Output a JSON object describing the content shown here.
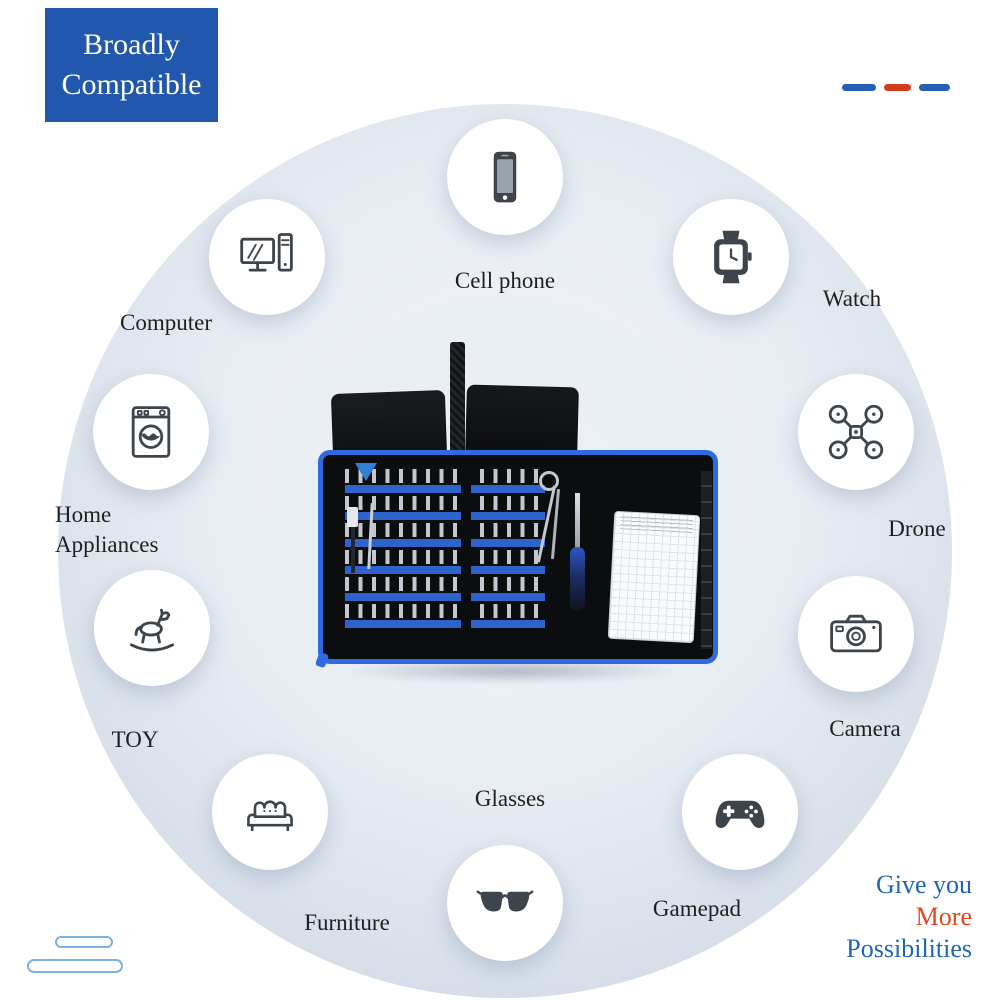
{
  "badge": {
    "line1": "Broadly",
    "line2": "Compatible"
  },
  "devices": [
    {
      "id": "cell-phone",
      "label": "Cell phone"
    },
    {
      "id": "watch",
      "label": "Watch"
    },
    {
      "id": "computer",
      "label": "Computer"
    },
    {
      "id": "drone",
      "label": "Drone"
    },
    {
      "id": "home-appliances",
      "label": "Home Appliances"
    },
    {
      "id": "camera",
      "label": "Camera"
    },
    {
      "id": "toy",
      "label": "TOY"
    },
    {
      "id": "glasses",
      "label": "Glasses"
    },
    {
      "id": "gamepad",
      "label": "Gamepad"
    },
    {
      "id": "furniture",
      "label": "Furniture"
    }
  ],
  "tagline": {
    "line1": "Give you",
    "line2": "More",
    "line3": "Possibilities"
  },
  "colors": {
    "badge_bg": "#2257ae",
    "accent_blue": "#1e64b8",
    "accent_red": "#e2491f",
    "dash_blue": "#2660b4",
    "dash_red": "#d23c1c",
    "icon_dark": "#3d444c",
    "case_trim_blue": "#2f6ae0"
  }
}
